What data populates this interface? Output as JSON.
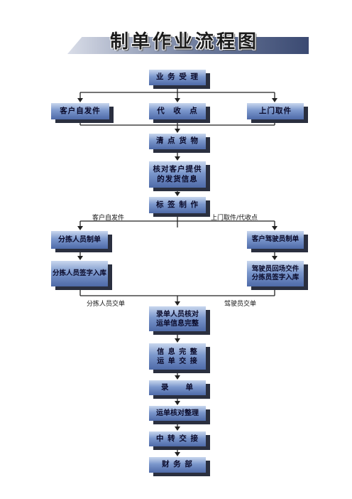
{
  "title": "制单作业流程图",
  "boxes": {
    "business_accept": "业 务 受 理",
    "customer_self_ship": "客户自发件",
    "collection_point": "代　收　点",
    "door_pickup": "上门取件",
    "count_goods": "清 点 货 物",
    "verify_info": "核对客户提供\n的发货信息",
    "label_make": "标 签 制 作",
    "sort_staff_make": "分拣人员制单",
    "driver_make": "客户驾驶员制单",
    "sort_sign_store": "分拣人员签字入库",
    "driver_handover": "驾驶员回场交件\n分拣员签字入库",
    "entry_verify": "录单人员核对\n运单信息完整",
    "info_complete": "信 息 完 整\n运 单 交 接",
    "record": "录　　单",
    "waybill_check": "运单核对整理",
    "transfer": "中 转 交 接",
    "finance": "财 务 部"
  },
  "labels": {
    "left_branch": "客户自发件",
    "right_branch": "上门取件/代收点",
    "left_merge": "分拣人员交单",
    "right_merge": "驾驶员交单"
  }
}
